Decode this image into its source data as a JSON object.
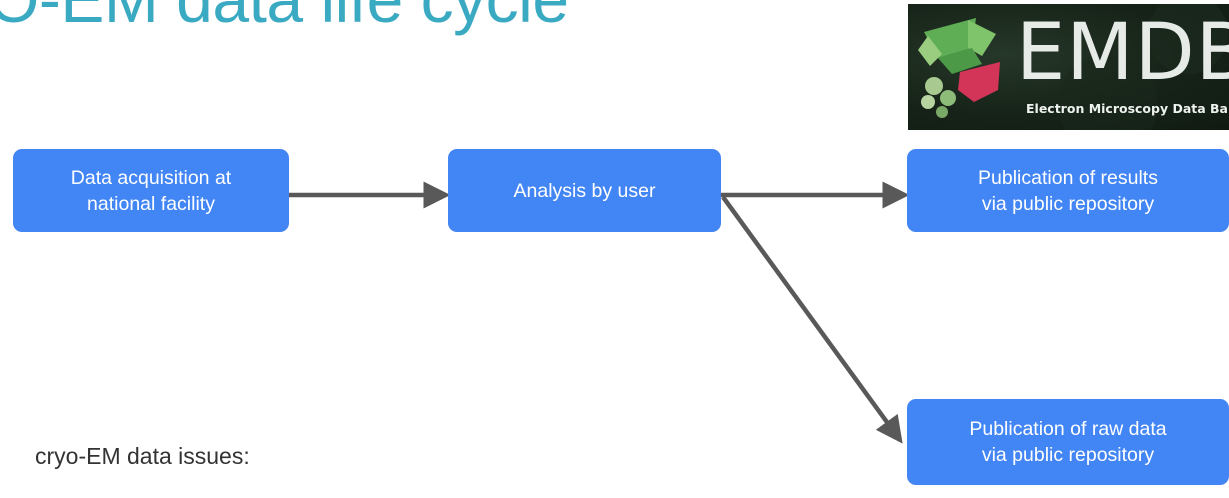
{
  "colors": {
    "title": "#3aa9c2",
    "box_fill": "#4285f4",
    "arrow": "#595959",
    "text": "#333333"
  },
  "slide": {
    "title": "O-EM data life cycle",
    "issues_label": "cryo-EM data issues:"
  },
  "logo": {
    "icon": "emdb-logo-icon",
    "wordmark": "EMDB",
    "subtitle": "Electron Microscopy Data Ban"
  },
  "diagram": {
    "nodes": {
      "acquisition": "Data acquisition at\nnational facility",
      "analysis": "Analysis by user",
      "results": "Publication of results\nvia public repository",
      "raw_data": "Publication of raw data\nvia public repository"
    },
    "edges": [
      {
        "from": "acquisition",
        "to": "analysis"
      },
      {
        "from": "analysis",
        "to": "results"
      },
      {
        "from": "analysis",
        "to": "raw_data"
      }
    ]
  }
}
